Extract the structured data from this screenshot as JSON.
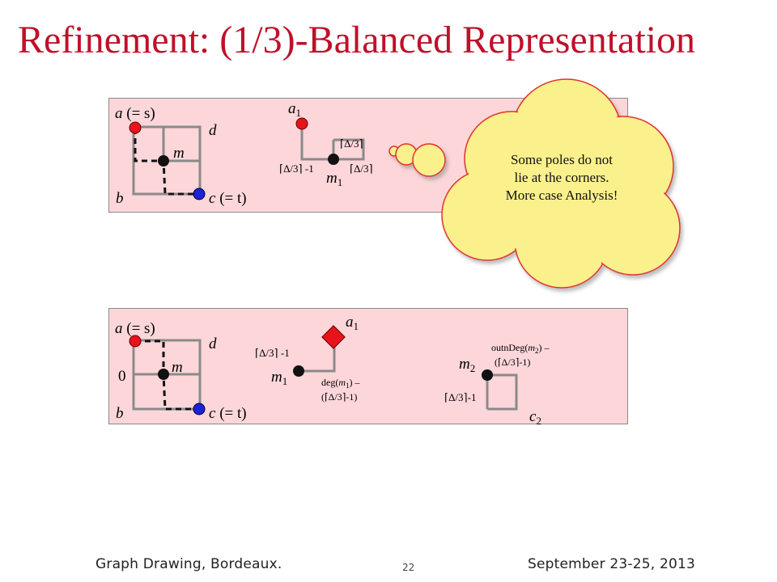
{
  "slide": {
    "title": "Refinement: (1/3)-Balanced Representation",
    "footer_left": "Graph Drawing, Bordeaux.",
    "page_number": "22",
    "footer_right": "September 23-25, 2013"
  },
  "colors": {
    "title": "#c0102a",
    "panel_bg": "#fdd6d9",
    "edge": "#8a8a8a",
    "pole_s": "#e8141c",
    "pole_t": "#1c22d6",
    "cloud": "#faf08c",
    "node": "#111111"
  },
  "cloud": {
    "line1": "Some poles do not",
    "line2": "lie at the corners.",
    "line3": "More case Analysis!"
  },
  "top_panel": {
    "a": "a",
    "a_rest": " (= s)",
    "b": "b",
    "c": "c",
    "c_rest": " (= t)",
    "d": "d",
    "m": "m",
    "a1": "a",
    "a1_sub": "1",
    "m1": "m",
    "m1_sub": "1",
    "lab_delta3": "⌈Δ/3⌉",
    "lab_delta3_minus1": "⌈Δ/3⌉ -1",
    "lab_delta3_b": "⌈Δ/3⌉"
  },
  "bottom_panel": {
    "a": "a",
    "a_rest": " (= s)",
    "b": "b",
    "c": "c",
    "c_rest": " (= t)",
    "d": "d",
    "m": "m",
    "zero": "0",
    "a1": "a",
    "a1_sub": "1",
    "m1": "m",
    "m1_sub": "1",
    "lab_delta3_minus1": "⌈Δ/3⌉ -1",
    "deg_pre": "deg(",
    "deg_m": "m",
    "deg_sub": "1",
    "deg_post": ") –",
    "deg_line2": "(⌈Δ/3⌉-1)",
    "m2": "m",
    "m2_sub": "2",
    "c2": "c",
    "c2_sub": "2",
    "outdeg_pre": "outnDeg(",
    "outdeg_m": "m",
    "outdeg_sub": "2",
    "outdeg_post": ") –",
    "outdeg_line2": "(⌈Δ/3⌉-1)",
    "lab_delta3_minus1_b": "⌈Δ/3⌉-1"
  }
}
